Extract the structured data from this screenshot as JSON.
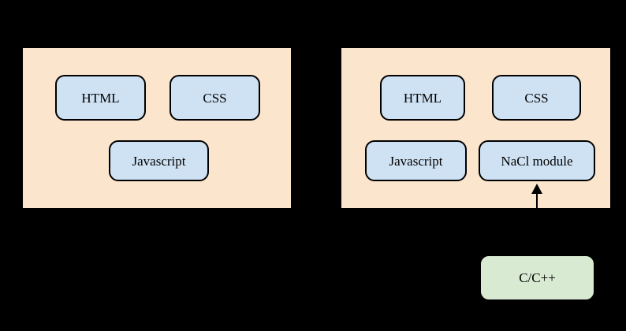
{
  "diagram": {
    "left_page": {
      "components": [
        {
          "label": "HTML"
        },
        {
          "label": "CSS"
        },
        {
          "label": "Javascript"
        }
      ]
    },
    "right_page": {
      "components": [
        {
          "label": "HTML"
        },
        {
          "label": "CSS"
        },
        {
          "label": "Javascript"
        },
        {
          "label": "NaCl module"
        }
      ]
    },
    "native_source": {
      "label": "C/C++"
    },
    "colors": {
      "background": "#000000",
      "page_fill": "#fbe5cd",
      "component_fill": "#cfe2f3",
      "native_fill": "#d9ead3",
      "border": "#000000"
    }
  }
}
